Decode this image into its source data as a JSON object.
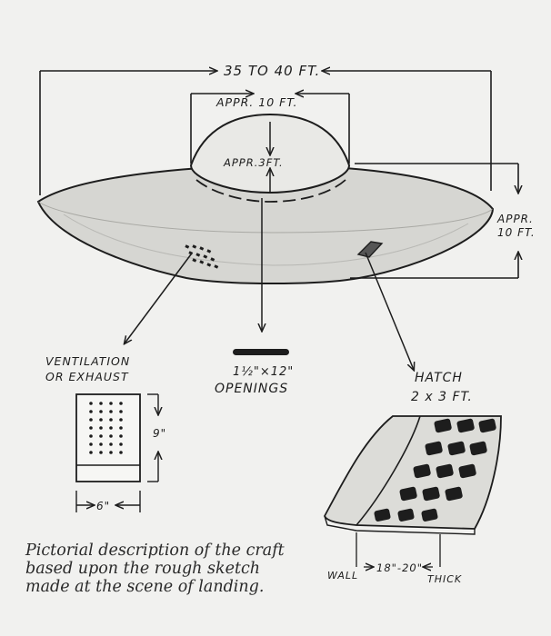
{
  "labels": {
    "overall_width": "35 TO 40 FT.",
    "dome_width": "APPR. 10 FT.",
    "dome_height": "APPR.3FT.",
    "height_appr": "APPR.",
    "height_value": "10 FT.",
    "vent_line1": "VENTILATION",
    "vent_line2": "OR EXHAUST",
    "vent_height": "9\"",
    "vent_width": "6\"",
    "openings_size": "1½\"×12\"",
    "openings_label": "OPENINGS",
    "hatch_label": "HATCH",
    "hatch_size": "2 x 3 FT.",
    "wall_label": "WALL",
    "wall_thickness": "18\"-20\"",
    "thick_label": "THICK"
  },
  "caption": {
    "line1": "Pictorial description of the craft",
    "line2": "based upon the rough sketch",
    "line3": "made at the scene of landing."
  },
  "colors": {
    "ink": "#1d1d1d",
    "paper": "#f1f1ef",
    "shade": "#cfcfcb"
  }
}
